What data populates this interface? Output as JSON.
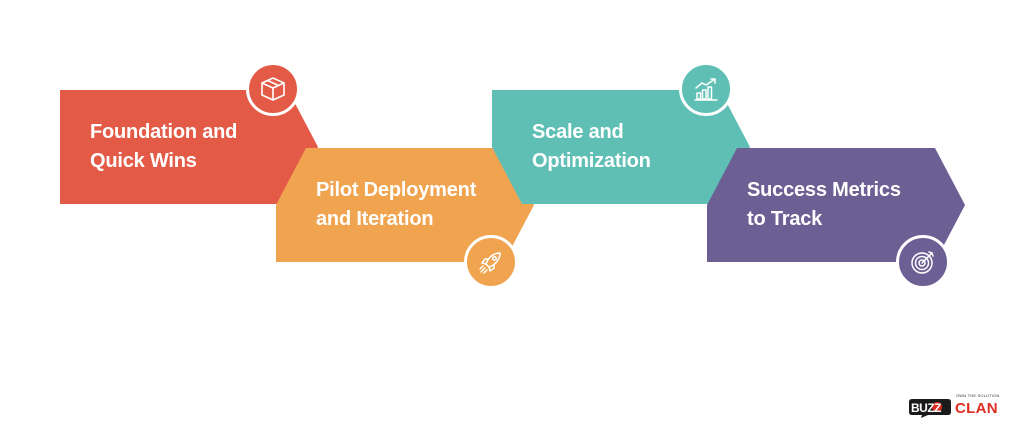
{
  "stages": [
    {
      "id": "foundation",
      "lines": [
        "Foundation and",
        "Quick Wins"
      ],
      "color": "#e35b47",
      "icon": "cube-box-icon"
    },
    {
      "id": "pilot",
      "lines": [
        "Pilot Deployment",
        "and Iteration"
      ],
      "color": "#f0a450",
      "icon": "rocket-icon"
    },
    {
      "id": "scale",
      "lines": [
        "Scale and",
        "Optimization"
      ],
      "color": "#5fbfb4",
      "icon": "growth-chart-icon"
    },
    {
      "id": "metrics",
      "lines": [
        "Success Metrics",
        "to Track"
      ],
      "color": "#6b5f94",
      "icon": "target-icon"
    }
  ],
  "logo": {
    "tagline": "OWN THE SOLUTION",
    "buzz": "BUZZ",
    "clan": "CLAN",
    "brand_red": "#e02b20",
    "brand_dark": "#1a1a1a"
  }
}
